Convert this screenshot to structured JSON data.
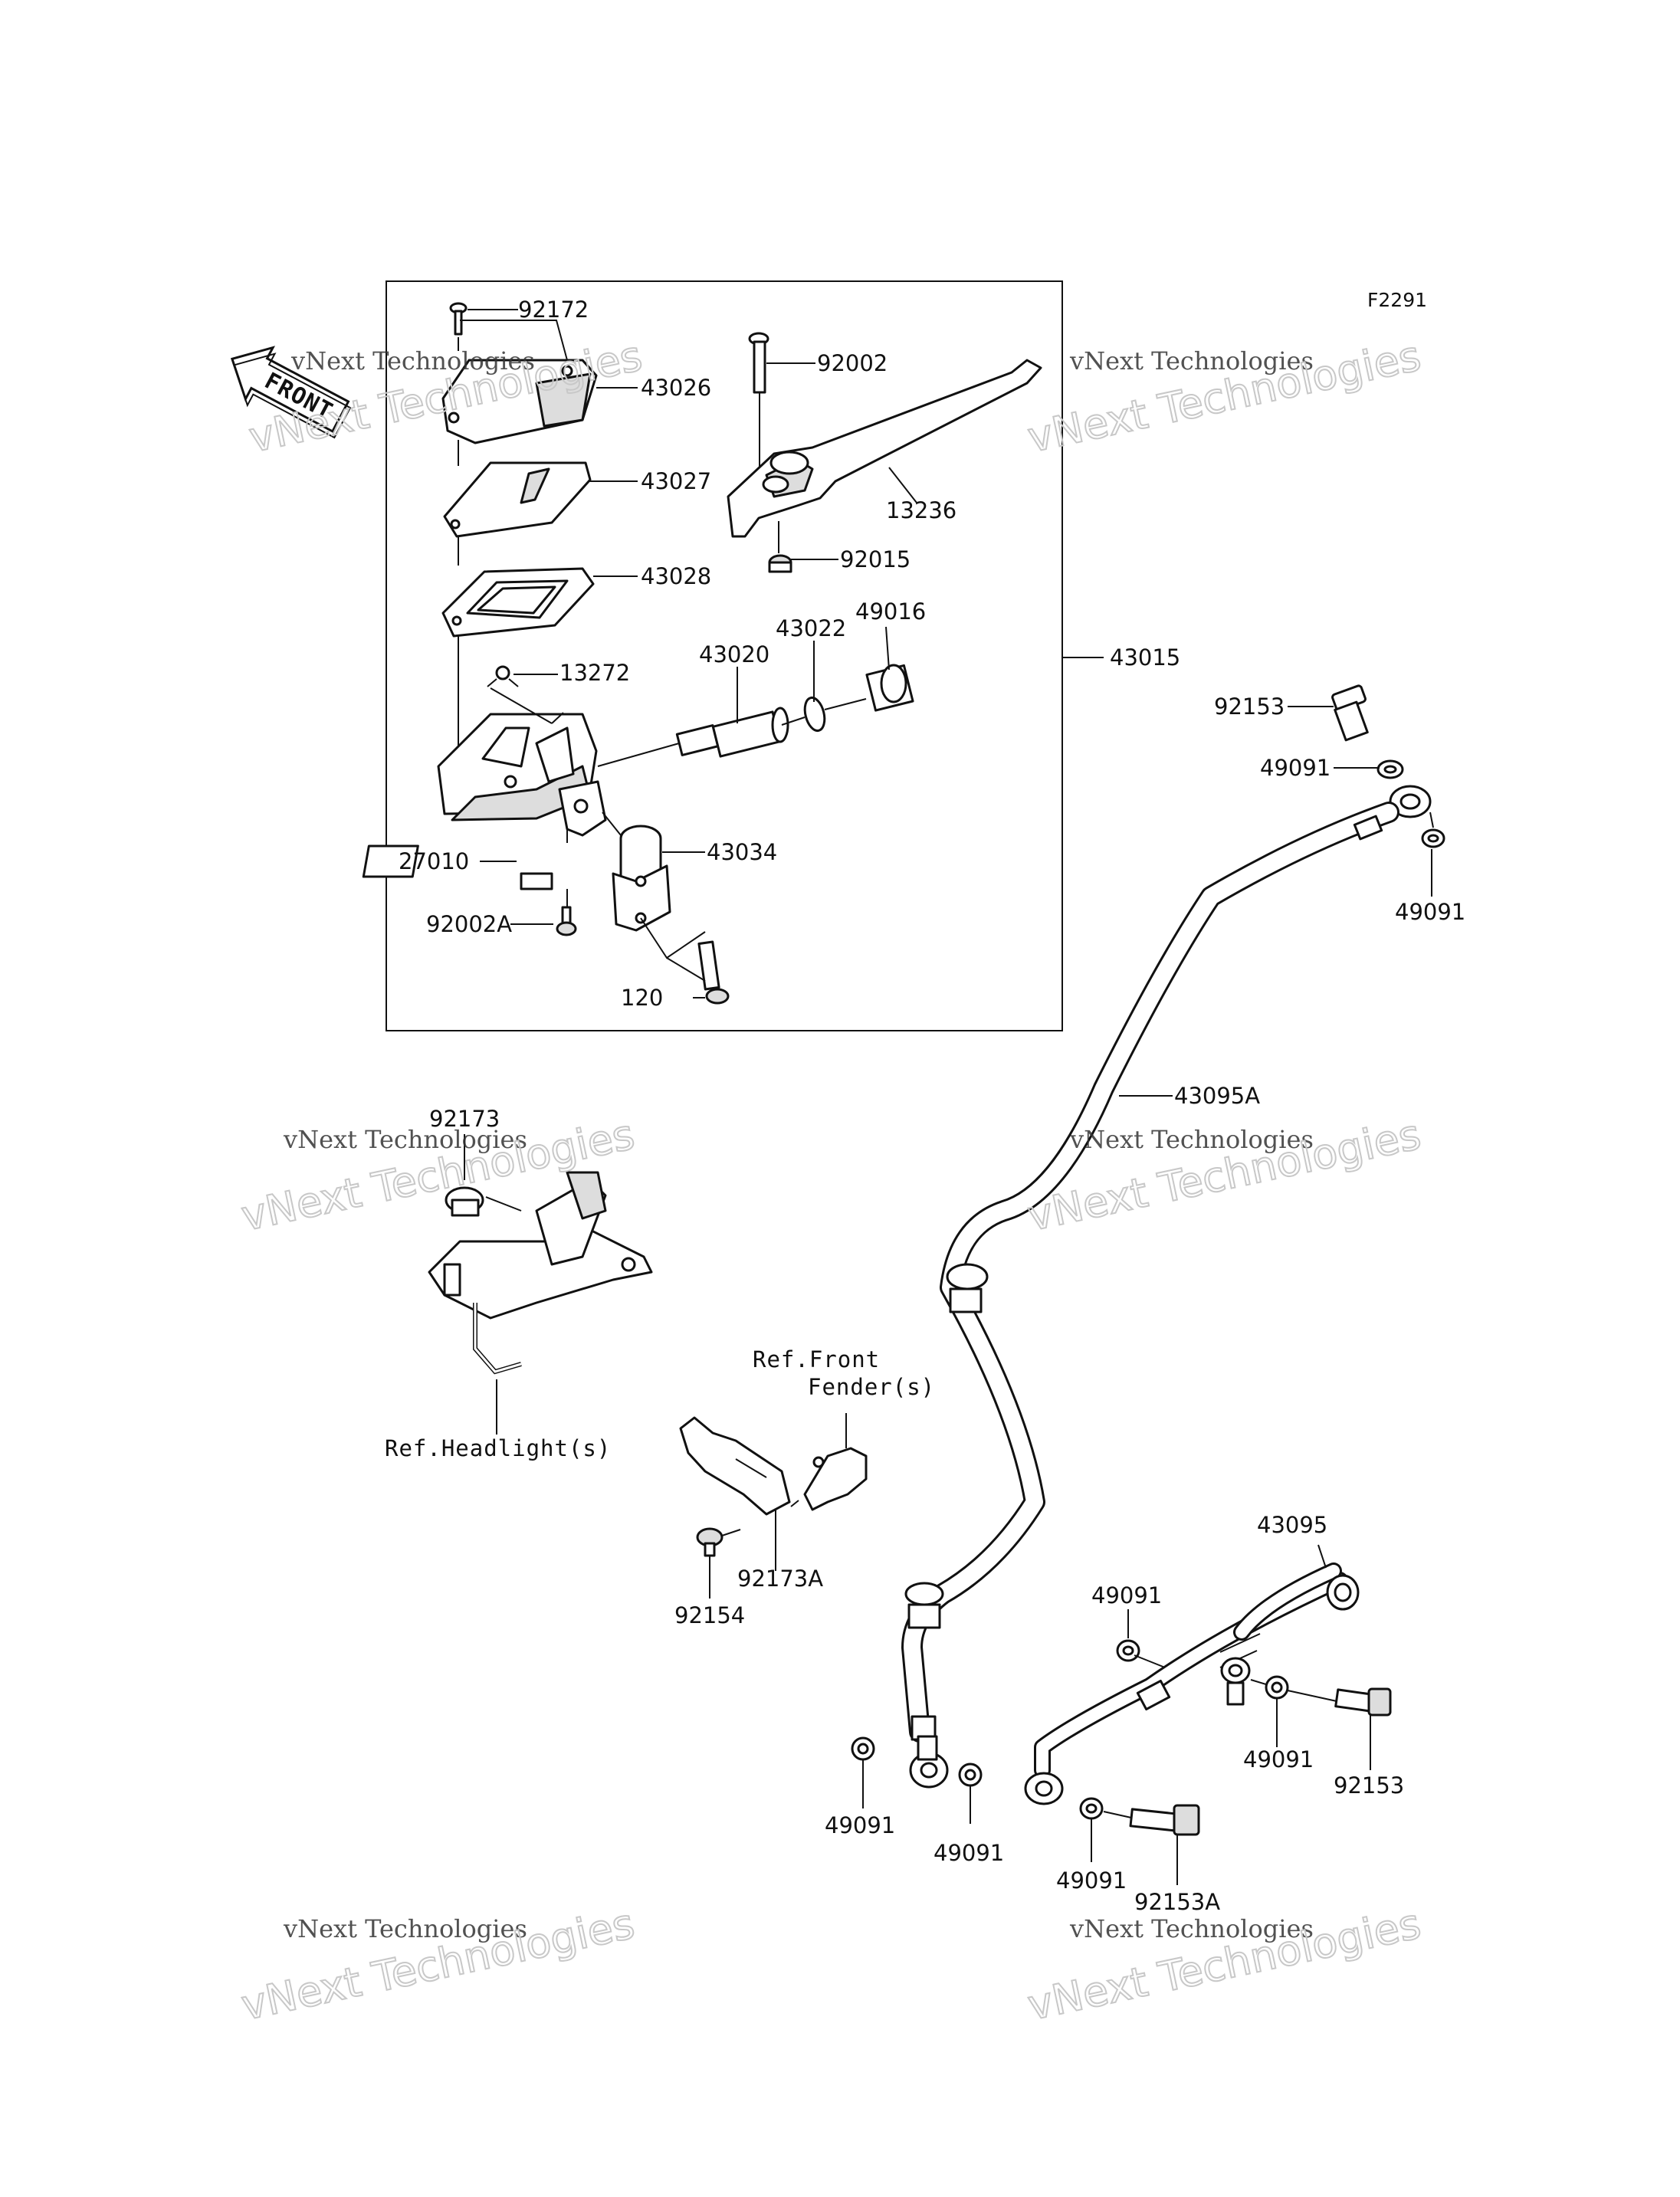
{
  "figure_code": "F2291",
  "front_arrow": "FRONT",
  "watermark_line1": "vNext Technologies",
  "watermark_line2": "vNext Technologies",
  "parts": {
    "p92172": "92172",
    "p43026": "43026",
    "p43027": "43027",
    "p43028": "43028",
    "p13272": "13272",
    "p43020": "43020",
    "p43022": "43022",
    "p49016": "49016",
    "p92002": "92002",
    "p13236": "13236",
    "p92015": "92015",
    "p43015": "43015",
    "p43034": "43034",
    "p27010": "27010",
    "p92002A": "92002A",
    "p120": "120",
    "p92153_top": "92153",
    "p49091_top1": "49091",
    "p49091_top2": "49091",
    "p43095A": "43095A",
    "p92173": "92173",
    "p92173A": "92173A",
    "p92154": "92154",
    "p43095": "43095",
    "p49091_b1": "49091",
    "p49091_b2": "49091",
    "p49091_b3": "49091",
    "p49091_b4": "49091",
    "p49091_b5": "49091",
    "p92153_b": "92153",
    "p92153A": "92153A"
  },
  "refs": {
    "headlight": "Ref.Headlight(s)",
    "fender_line1": "Ref.Front",
    "fender_line2": "Fender(s)"
  }
}
